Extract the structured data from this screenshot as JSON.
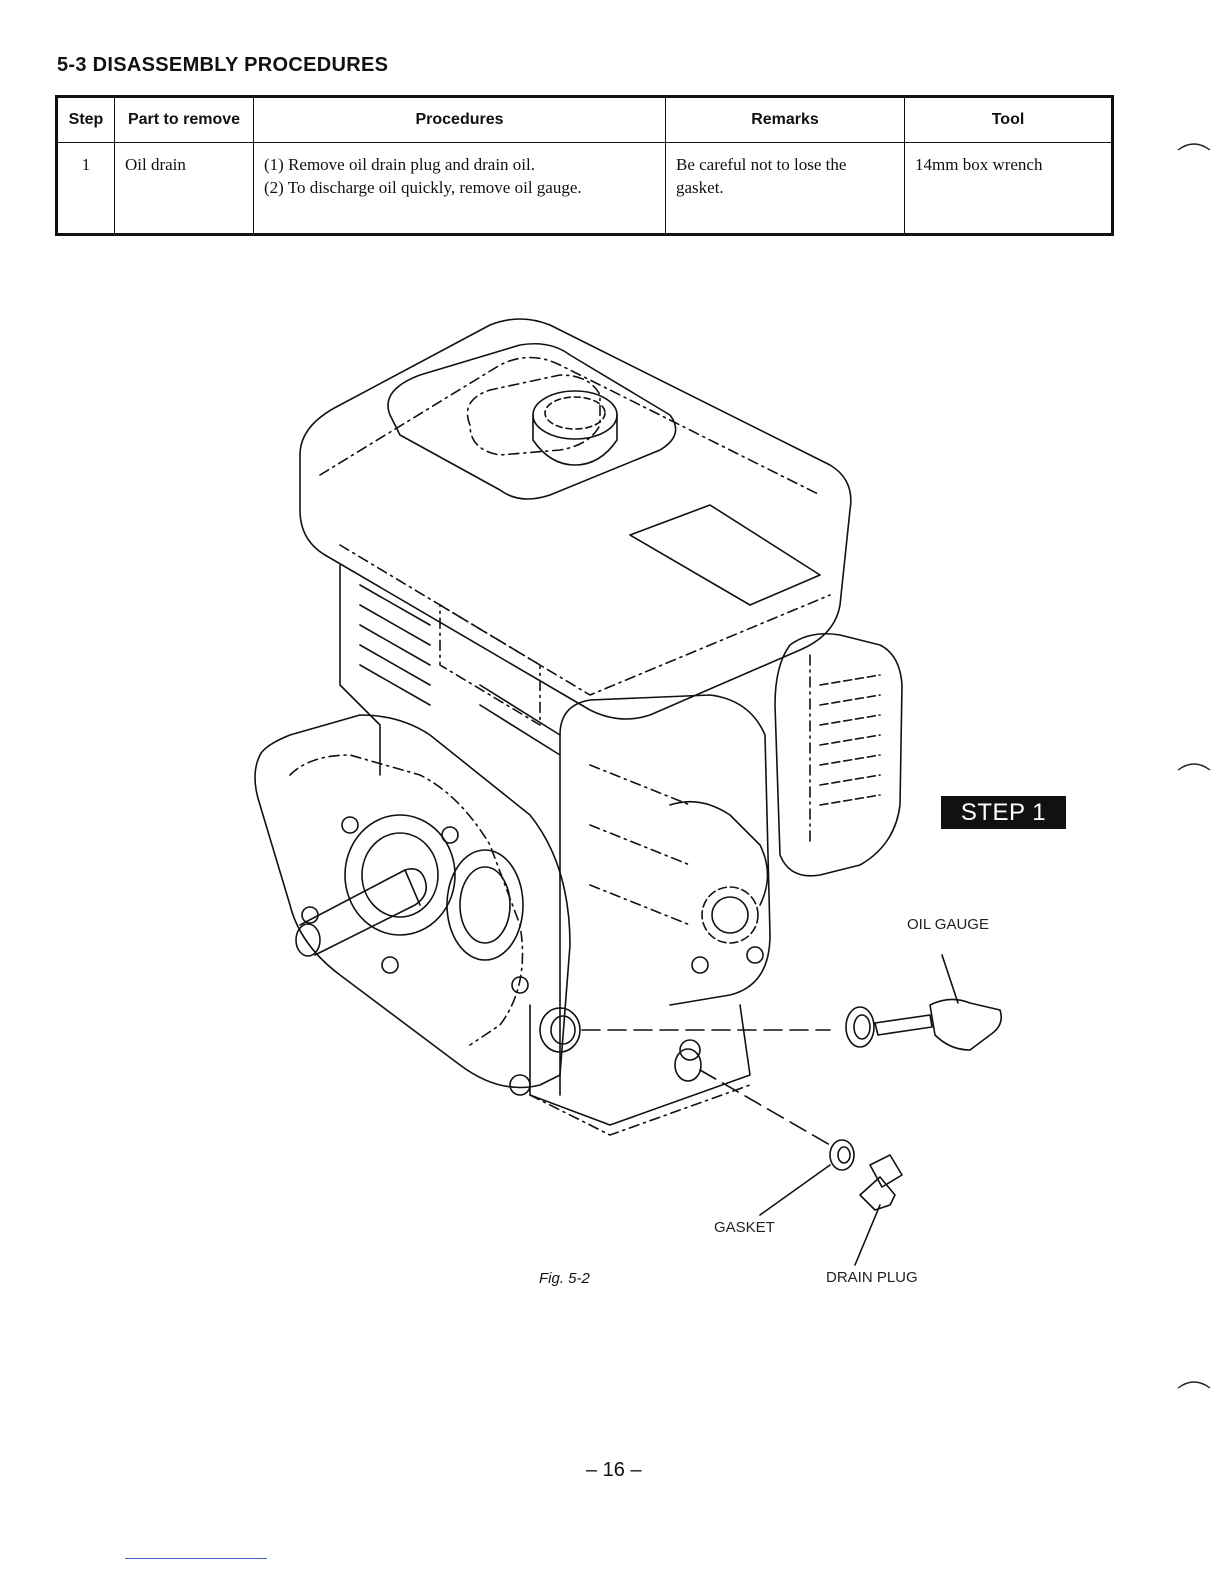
{
  "section": {
    "title": "5-3  DISASSEMBLY PROCEDURES"
  },
  "table": {
    "headers": [
      "Step",
      "Part to remove",
      "Procedures",
      "Remarks",
      "Tool"
    ],
    "rows": [
      {
        "step": "1",
        "part": "Oil drain",
        "procedures": [
          "(1) Remove oil drain plug and drain oil.",
          "(2) To discharge oil quickly, remove oil gauge."
        ],
        "remarks": "Be careful not to lose the gasket.",
        "tool": "14mm box wrench"
      }
    ]
  },
  "figure": {
    "labels": {
      "oil_gauge": "OIL GAUGE",
      "gasket": "GASKET",
      "drain_plug": "DRAIN PLUG"
    },
    "step_badge": "STEP 1",
    "caption": "Fig. 5-2"
  },
  "page": {
    "number": "– 16 –"
  },
  "colors": {
    "ink": "#111111",
    "badge_bg": "#111111",
    "badge_text": "#ffffff",
    "footer_rule": "#4a5fc1"
  }
}
